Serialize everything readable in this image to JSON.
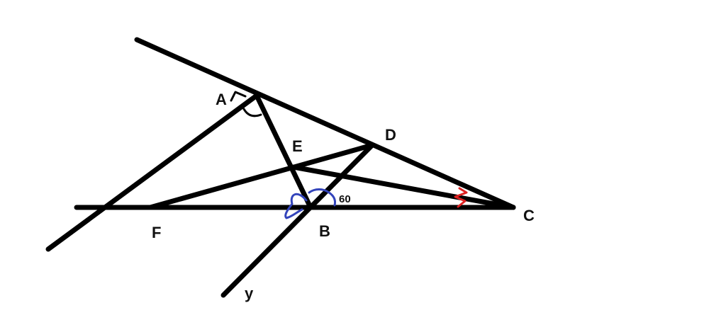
{
  "labels": {
    "A": "A",
    "B": "B",
    "C": "C",
    "D": "D",
    "E": "E",
    "F": "F",
    "y": "y"
  },
  "angle_label": "60",
  "colors": {
    "line": "#000000",
    "angle_mark_blue": "#3344bb",
    "angle_mark_red": "#dd2222",
    "right_angle_mark": "#000000"
  }
}
